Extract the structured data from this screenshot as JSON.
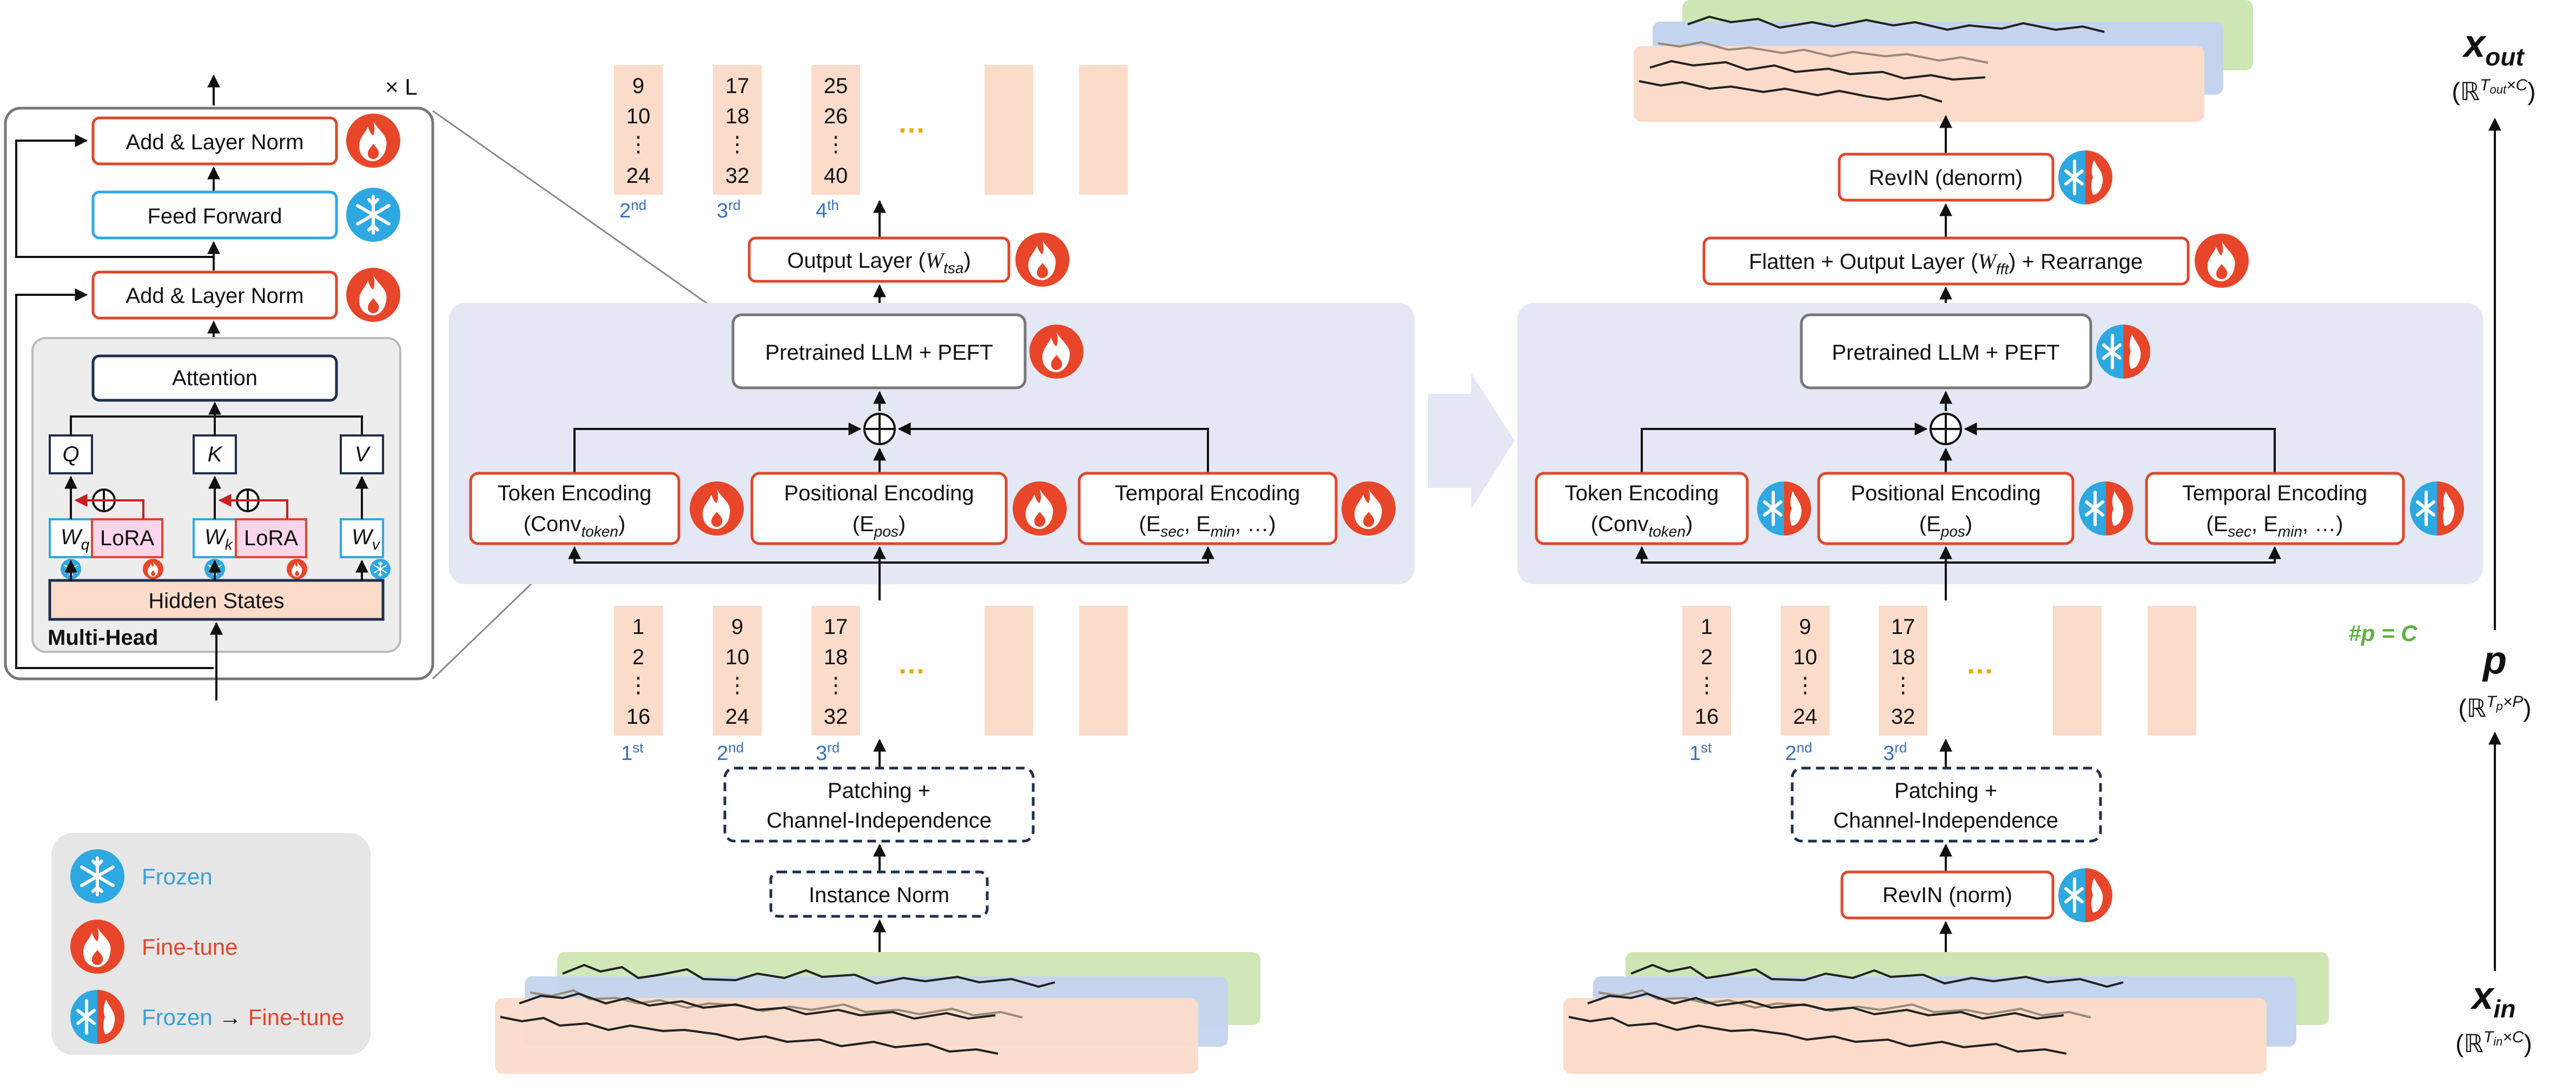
{
  "legend": {
    "frozen": "Frozen",
    "finetune": "Fine-tune",
    "frozen_part": "Frozen",
    "arrow": "→",
    "finetune_part": "Fine-tune"
  },
  "colors": {
    "frozen": "#2ea8e0",
    "finetune": "#e8462a",
    "panel_bg": "#e3e8f4",
    "patch_bg": "#fbdcca",
    "box_border_red": "#e0462a",
    "box_border_blue": "#2ea8e0",
    "ordinal_blue": "#3a6fc4",
    "green_label": "#4caf50"
  },
  "transformer": {
    "repeat": "× L",
    "add_norm_top": "Add & Layer Norm",
    "feed_forward": "Feed Forward",
    "add_norm_bottom": "Add & Layer Norm",
    "attention": "Attention",
    "q": "Q",
    "k": "K",
    "v": "V",
    "wq": "W",
    "wq_sub": "q",
    "wk": "W",
    "wk_sub": "k",
    "wv": "W",
    "wv_sub": "v",
    "lora1": "LoRA",
    "lora2": "LoRA",
    "hidden_states": "Hidden States",
    "multi_head": "Multi-Head"
  },
  "left": {
    "output_layer": "Output Layer (",
    "output_layer_w": "W",
    "output_layer_sub": "tsa",
    "output_layer_close": ")",
    "llm": "Pretrained LLM + PEFT",
    "token_enc_1": "Token Encoding",
    "token_enc_2": "(Conv",
    "token_enc_sub": "token",
    "token_enc_close": ")",
    "pos_enc_1": "Positional Encoding",
    "pos_enc_2": "(E",
    "pos_enc_sub": "pos",
    "pos_enc_close": ")",
    "temp_enc_1": "Temporal Encoding",
    "temp_enc_2": "(E",
    "temp_enc_sub1": "sec",
    "temp_enc_mid": ", E",
    "temp_enc_sub2": "min",
    "temp_enc_close": ", …)",
    "patching_1": "Patching +",
    "patching_2": "Channel-Independence",
    "instance_norm": "Instance Norm"
  },
  "right": {
    "revin_denorm": "RevIN (denorm)",
    "flatten_1": "Flatten + Output Layer (",
    "flatten_w": "W",
    "flatten_sub": "fft",
    "flatten_2": ") + Rearrange",
    "llm": "Pretrained LLM + PEFT",
    "token_enc_1": "Token Encoding",
    "token_enc_2": "(Conv",
    "token_enc_sub": "token",
    "token_enc_close": ")",
    "pos_enc_1": "Positional Encoding",
    "pos_enc_2": "(E",
    "pos_enc_sub": "pos",
    "pos_enc_close": ")",
    "temp_enc_1": "Temporal Encoding",
    "temp_enc_2": "(E",
    "temp_enc_sub1": "sec",
    "temp_enc_mid": ", E",
    "temp_enc_sub2": "min",
    "temp_enc_close": ", …)",
    "patching_1": "Patching +",
    "patching_2": "Channel-Independence",
    "revin_norm": "RevIN (norm)"
  },
  "output_patches": [
    {
      "a": "9",
      "b": "10",
      "c": "⋮",
      "d": "24",
      "ord": "2",
      "sup": "nd"
    },
    {
      "a": "17",
      "b": "18",
      "c": "⋮",
      "d": "32",
      "ord": "3",
      "sup": "rd"
    },
    {
      "a": "25",
      "b": "26",
      "c": "⋮",
      "d": "40",
      "ord": "4",
      "sup": "th"
    }
  ],
  "input_patches": [
    {
      "a": "1",
      "b": "2",
      "c": "⋮",
      "d": "16",
      "ord": "1",
      "sup": "st"
    },
    {
      "a": "9",
      "b": "10",
      "c": "⋮",
      "d": "24",
      "ord": "2",
      "sup": "nd"
    },
    {
      "a": "17",
      "b": "18",
      "c": "⋮",
      "d": "32",
      "ord": "3",
      "sup": "rd"
    }
  ],
  "ellipsis": "…",
  "side": {
    "x_out": "x",
    "x_out_sub": "out",
    "x_out_dim_open": "(ℝ",
    "x_out_dim_sup1": "T",
    "x_out_dim_sup_sub": "out",
    "x_out_dim_sup2": "×C",
    "x_out_dim_close": ")",
    "p": "p",
    "p_dim_open": "(ℝ",
    "p_dim_sup1": "T",
    "p_dim_sup_sub": "p",
    "p_dim_sup2": "×P",
    "p_dim_close": ")",
    "p_note": "#p = C",
    "x_in": "x",
    "x_in_sub": "in",
    "x_in_dim_open": "(ℝ",
    "x_in_dim_sup1": "T",
    "x_in_dim_sup_sub": "in",
    "x_in_dim_sup2": "×C",
    "x_in_dim_close": ")"
  }
}
